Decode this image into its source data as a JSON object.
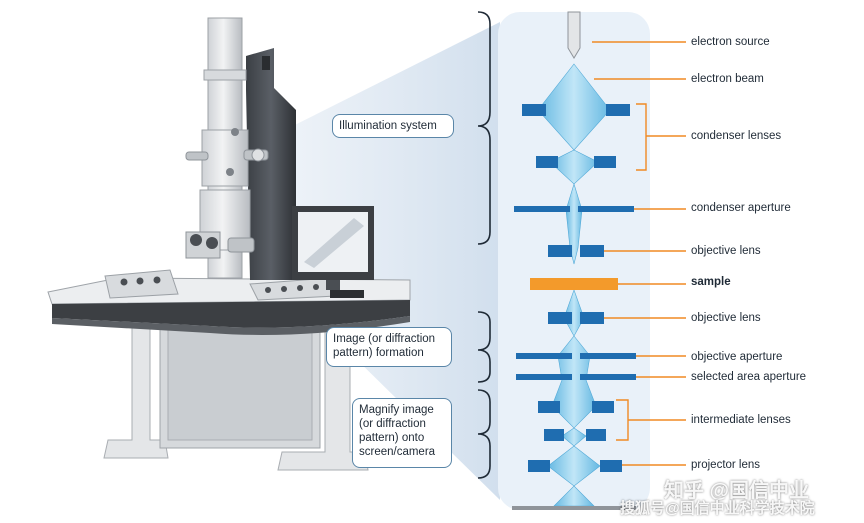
{
  "labels": {
    "electron_source": "electron source",
    "electron_beam": "electron beam",
    "condenser_lenses": "condenser lenses",
    "condenser_aperture": "condenser aperture",
    "objective_lens_top": "objective lens",
    "sample": "sample",
    "objective_lens_bottom": "objective lens",
    "objective_aperture": "objective aperture",
    "selected_area_aperture": "selected area aperture",
    "intermediate_lenses": "intermediate lenses",
    "projector_lens": "projector lens"
  },
  "groups": {
    "illumination": "Illumination system",
    "image_formation": [
      "Image (or diffraction",
      "pattern) formation"
    ],
    "magnify": [
      "Magnify image",
      "(or diffraction",
      "pattern) onto",
      "screen/camera"
    ]
  },
  "watermark": {
    "line1": "知乎 @国信中业",
    "line2": "搜狐号@国信中业科学技术院"
  },
  "colors": {
    "lens": "#1f6db0",
    "sample": "#f39a2b",
    "beam": "#7cc8ec",
    "leader": "#f08a24",
    "bracket": "#1f2a36",
    "panel": "#e9f1f9",
    "bubble_border": "#5a86a8"
  }
}
